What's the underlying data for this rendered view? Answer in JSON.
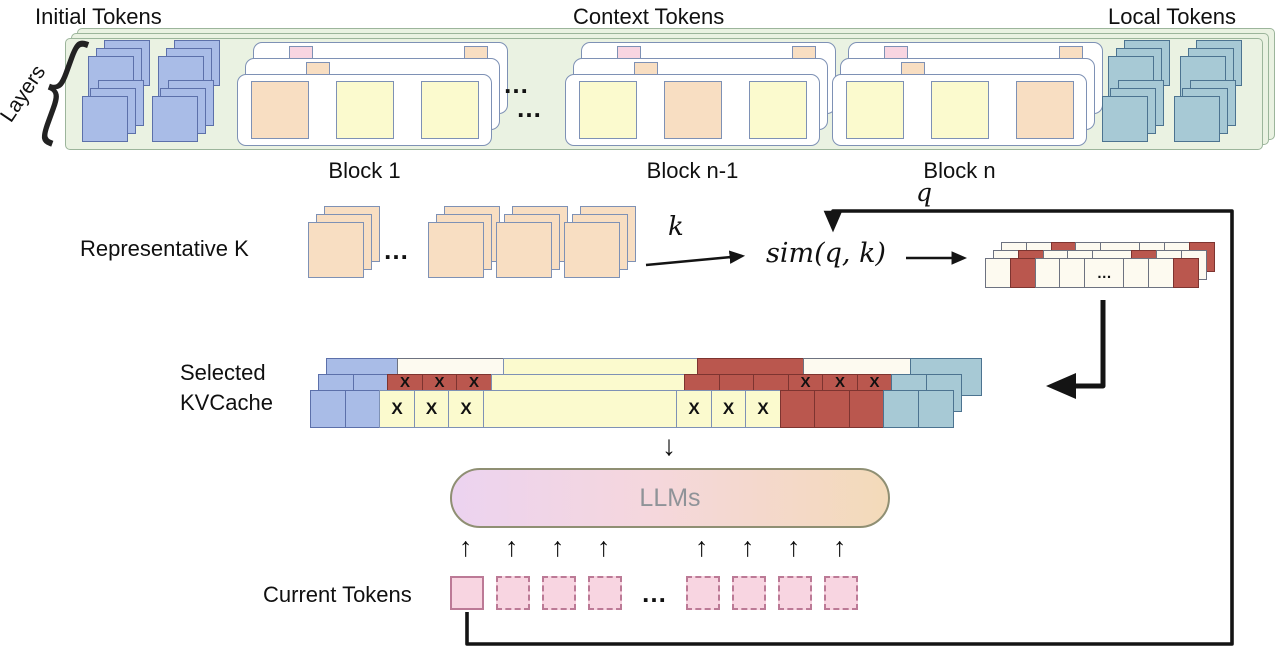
{
  "colors": {
    "blue": "#a9bce7",
    "blue_border": "#5c70aa",
    "teal": "#a7c9d5",
    "teal_border": "#4c7390",
    "yellow": "#fbface",
    "peach": "#f8dec2",
    "cream": "#fdfaf0",
    "red": "#ba574e",
    "red_border": "#7d3430",
    "pink": "#f8d5e1",
    "pink_border": "#bc7a96",
    "green_bg": "#eaf2e2",
    "green_border": "#9cb59b",
    "sheet_border": "#7e91b5",
    "line": "#141414",
    "pill_left": "#ecd3f0",
    "pill_mid": "#f5d7dd",
    "pill_right": "#f3dab9",
    "pill_border": "#8f8f73",
    "pill_text": "#8f9398",
    "text": "#101010"
  },
  "header": {
    "initial_tokens": "Initial Tokens",
    "context_tokens": "Context Tokens",
    "local_tokens": "Local Tokens",
    "layers_label": "Layers"
  },
  "icons": {
    "brace": "{",
    "up_arrow": "↑",
    "down_arrow": "↓"
  },
  "blocks": {
    "labels": [
      {
        "label": "Block 1"
      },
      {
        "label": "Block n-1"
      },
      {
        "label": "Block n"
      }
    ],
    "dots": "…",
    "block_cells": [
      [
        {
          "cls": "peach",
          "name": "context-token"
        },
        {
          "cls": "yellow",
          "name": "context-token"
        },
        {
          "cls": "yellow",
          "name": "context-token"
        }
      ],
      [
        {
          "cls": "yellow",
          "name": "context-token"
        },
        {
          "cls": "peach",
          "name": "context-token"
        },
        {
          "cls": "yellow",
          "name": "context-token"
        }
      ],
      [
        {
          "cls": "yellow",
          "name": "context-token"
        },
        {
          "cls": "yellow",
          "name": "context-token"
        },
        {
          "cls": "peach",
          "name": "context-token"
        }
      ]
    ]
  },
  "rep_k": {
    "label": "Representative K",
    "dots": "…"
  },
  "flow": {
    "k_label": "k",
    "sim_label": "sim(q, k)",
    "q_label": "q"
  },
  "result_strip": {
    "back_row": [
      {
        "cls": "cream"
      },
      {
        "cls": "cream"
      },
      {
        "cls": "red"
      },
      {
        "cls": "cream"
      },
      {
        "cls": "cream",
        "w": 40
      },
      {
        "cls": "cream"
      },
      {
        "cls": "cream"
      },
      {
        "cls": "red"
      }
    ],
    "mid_row": [
      {
        "cls": "cream"
      },
      {
        "cls": "red"
      },
      {
        "cls": "cream"
      },
      {
        "cls": "cream"
      },
      {
        "cls": "cream",
        "w": 40
      },
      {
        "cls": "red"
      },
      {
        "cls": "cream"
      },
      {
        "cls": "cream"
      }
    ],
    "front_row": [
      {
        "cls": "cream"
      },
      {
        "cls": "red"
      },
      {
        "cls": "cream"
      },
      {
        "cls": "cream"
      },
      {
        "cls": "cream",
        "w": 40,
        "text": "…",
        "name": "ellipsis"
      },
      {
        "cls": "cream"
      },
      {
        "cls": "cream"
      },
      {
        "cls": "red"
      }
    ]
  },
  "kvcache": {
    "label_line1": "Selected",
    "label_line2": "KVCache",
    "back_row": [
      {
        "cls": "blue",
        "w": 72,
        "name": "kv-initial-seg"
      },
      {
        "cls": "cream",
        "w": 108,
        "name": "kv-seg"
      },
      {
        "cls": "yellow",
        "w": 195,
        "name": "kv-seg"
      },
      {
        "cls": "red",
        "w": 108,
        "name": "kv-selected-seg"
      },
      {
        "cls": "cream",
        "w": 108,
        "name": "kv-seg"
      },
      {
        "cls": "teal",
        "w": 72,
        "name": "kv-local-seg"
      }
    ],
    "mid_row": [
      {
        "cls": "blue",
        "w": 36
      },
      {
        "cls": "blue",
        "w": 36
      },
      {
        "cls": "redx",
        "w": 36,
        "text": "X"
      },
      {
        "cls": "redx",
        "w": 36,
        "text": "X"
      },
      {
        "cls": "redx",
        "w": 36,
        "text": "X"
      },
      {
        "cls": "yellow",
        "w": 195
      },
      {
        "cls": "red",
        "w": 36
      },
      {
        "cls": "red",
        "w": 36
      },
      {
        "cls": "red",
        "w": 36
      },
      {
        "cls": "redx",
        "w": 36,
        "text": "X"
      },
      {
        "cls": "redx",
        "w": 36,
        "text": "X"
      },
      {
        "cls": "redx",
        "w": 36,
        "text": "X"
      },
      {
        "cls": "teal",
        "w": 36
      },
      {
        "cls": "teal",
        "w": 36
      }
    ],
    "front_row": [
      {
        "cls": "blue",
        "w": 36
      },
      {
        "cls": "blue",
        "w": 36
      },
      {
        "cls": "yellow",
        "w": 36,
        "text": "X"
      },
      {
        "cls": "yellow",
        "w": 36,
        "text": "X"
      },
      {
        "cls": "yellow",
        "w": 36,
        "text": "X"
      },
      {
        "cls": "yellow",
        "w": 195
      },
      {
        "cls": "yellow",
        "w": 36,
        "text": "X"
      },
      {
        "cls": "yellow",
        "w": 36,
        "text": "X"
      },
      {
        "cls": "yellow",
        "w": 36,
        "text": "X"
      },
      {
        "cls": "red",
        "w": 36
      },
      {
        "cls": "red",
        "w": 36
      },
      {
        "cls": "red",
        "w": 36
      },
      {
        "cls": "teal",
        "w": 36
      },
      {
        "cls": "teal",
        "w": 36
      }
    ]
  },
  "llm": {
    "label": "LLMs"
  },
  "current": {
    "label": "Current Tokens",
    "cells": [
      {
        "cls": "pink-solid",
        "name": "current-token"
      },
      {
        "cls": "pink-dash",
        "name": "future-token"
      },
      {
        "cls": "pink-dash",
        "name": "future-token"
      },
      {
        "cls": "pink-dash",
        "name": "future-token"
      },
      {
        "cls": "plain",
        "w": 40,
        "text": "…",
        "name": "ellipsis"
      },
      {
        "cls": "pink-dash",
        "name": "future-token"
      },
      {
        "cls": "pink-dash",
        "name": "future-token"
      },
      {
        "cls": "pink-dash",
        "name": "future-token"
      },
      {
        "cls": "pink-dash",
        "name": "future-token"
      }
    ]
  }
}
